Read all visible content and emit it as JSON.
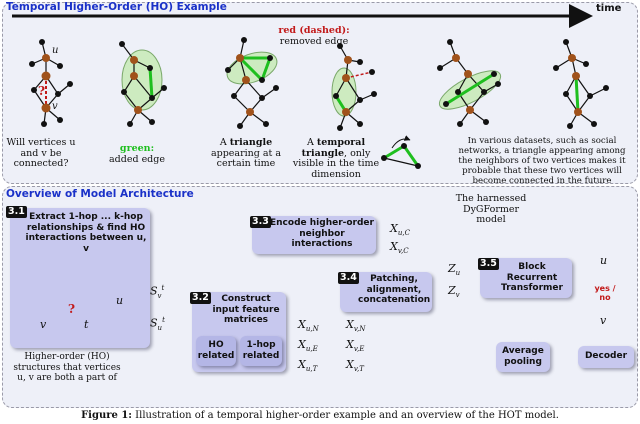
{
  "temporal_example": {
    "title": "Temporal Higher-Order (HO) Example",
    "time_label": "time",
    "question_mark": "?",
    "node_u": "u",
    "node_v": "v",
    "caption_connected": "Will vertices u and v be connected?",
    "caption_added_key": "green:",
    "caption_added_rest": "added edge",
    "caption_triangle_pre": "A ",
    "caption_triangle_bold": "triangle",
    "caption_triangle_post": " appearing at a certain time",
    "caption_removed_key": "red (dashed):",
    "caption_removed_rest": "removed edge",
    "caption_temporal_pre": "A ",
    "caption_temporal_bold": "temporal triangle",
    "caption_temporal_post": ", only visible in the time dimension",
    "caption_datasets": "In various datasets, such as social networks, a triangle appearing among the neighbors of two vertices makes it probable that these two vertices will become connected in the future"
  },
  "architecture": {
    "title": "Overview of Model Architecture",
    "dygformer_note": "The harnessed DyGFormer model",
    "step1_badge": "3.1",
    "step1_text": "Extract 1-hop ... k-hop relationships & find HO interactions between u, v",
    "step1_caption": "Higher-order (HO) structures that vertices u, v are both a part of",
    "step1_node_t": "t",
    "step2_badge": "3.2",
    "step2_text": "Construct input feature matrices",
    "step2_ho": "HO related",
    "step2_onehop": "1-hop related",
    "step3_badge": "3.3",
    "step3_text": "Encode higher-order neighbor interactions",
    "step4_badge": "3.4",
    "step4_text": "Patching, alignment, concatenation",
    "step5_badge": "3.5",
    "step5_text": "Block Recurrent Transformer",
    "avg_pool": "Average pooling",
    "decoder": "Decoder",
    "output_label": "yes / no",
    "sym": {
      "S": "S",
      "X": "X",
      "Z": "Z",
      "sub_u": "u",
      "sub_v": "v",
      "sup_t": "t",
      "sub_uC": "u,C",
      "sub_vC": "v,C",
      "sub_uN": "u,N",
      "sub_vN": "v,N",
      "sub_uE": "u,E",
      "sub_vE": "v,E",
      "sub_uT": "u,T",
      "sub_vT": "v,T"
    }
  },
  "figure_caption_label": "Figure 1:",
  "figure_caption_text": " Illustration of a temporal higher-order example and an overview of the HOT model.",
  "colors": {
    "accent_blue": "#1a31c8",
    "node_brown": "#a0521b",
    "node_pink": "#c99a86",
    "added_green": "#1fbf1f",
    "removed_red": "#c21a1a",
    "box_lavender": "#c7c8ee"
  }
}
